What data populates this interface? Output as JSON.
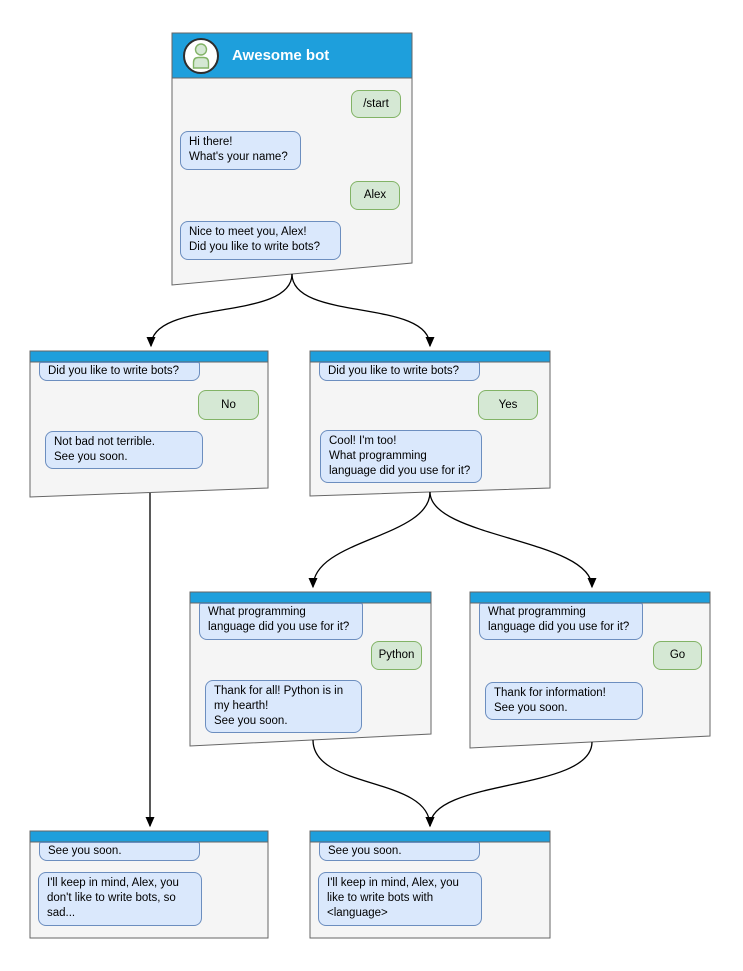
{
  "colors": {
    "header_blue": "#1E9FDC",
    "window_fill": "#F5F5F5",
    "window_border": "#666666",
    "bot_fill": "#DAE8FC",
    "bot_border": "#6C8EBF",
    "user_fill": "#D5E8D4",
    "user_border": "#82B366",
    "person_border": "#82B366",
    "arrow_color": "#000000"
  },
  "windows": [
    {
      "id": "start",
      "title": "Awesome bot",
      "messages": [
        {
          "from": "user",
          "text": "/start"
        },
        {
          "from": "bot",
          "text": "Hi there!\nWhat's your name?"
        },
        {
          "from": "user",
          "text": "Alex"
        },
        {
          "from": "bot",
          "text": "Nice to meet you, Alex!\nDid you like to write bots?"
        }
      ]
    },
    {
      "id": "branch-no",
      "messages": [
        {
          "from": "bot",
          "text": "Did you like to write bots?"
        },
        {
          "from": "user",
          "text": "No"
        },
        {
          "from": "bot",
          "text": "Not bad not terrible.\nSee you soon."
        }
      ]
    },
    {
      "id": "branch-yes",
      "messages": [
        {
          "from": "bot",
          "text": "Did you like to write bots?"
        },
        {
          "from": "user",
          "text": "Yes"
        },
        {
          "from": "bot",
          "text": "Cool! I'm too!\nWhat programming\nlanguage did you use for it?"
        }
      ]
    },
    {
      "id": "lang-python",
      "messages": [
        {
          "from": "bot",
          "text": "What programming\nlanguage did you use for it?"
        },
        {
          "from": "user",
          "text": "Python"
        },
        {
          "from": "bot",
          "text": "Thank for all! Python is in\nmy hearth!\nSee you soon."
        }
      ]
    },
    {
      "id": "lang-go",
      "messages": [
        {
          "from": "bot",
          "text": "What programming\nlanguage did you use for it?"
        },
        {
          "from": "user",
          "text": "Go"
        },
        {
          "from": "bot",
          "text": "Thank for information!\nSee you soon."
        }
      ]
    },
    {
      "id": "end-no",
      "messages": [
        {
          "from": "bot",
          "text": "See you soon."
        },
        {
          "from": "bot",
          "text": "I'll keep in mind, Alex, you\ndon't like to write bots, so\nsad..."
        }
      ]
    },
    {
      "id": "end-yes",
      "messages": [
        {
          "from": "bot",
          "text": "See you soon."
        },
        {
          "from": "bot",
          "text": "I'll keep in mind, Alex, you\nlike to write bots with\n<language>"
        }
      ]
    }
  ]
}
